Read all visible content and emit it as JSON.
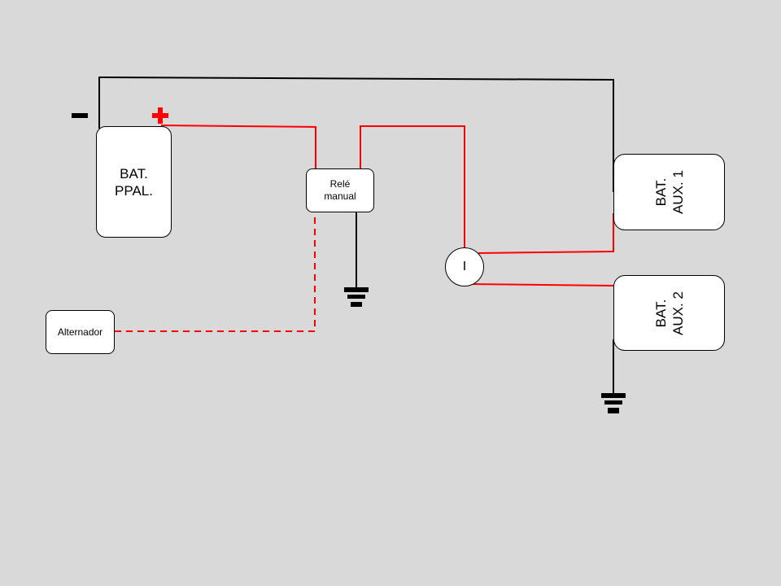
{
  "components": {
    "main_battery": {
      "line1": "BAT.",
      "line2": "PPAL."
    },
    "relay": {
      "line1": "Relé",
      "line2": "manual"
    },
    "alternator": {
      "label": "Alternador"
    },
    "aux_battery_1": {
      "line1": "BAT.",
      "line2": "AUX. 1"
    },
    "aux_battery_2": {
      "line1": "BAT.",
      "line2": "AUX. 2"
    },
    "switch": {
      "label": "I"
    }
  },
  "colors": {
    "positive_wire": "#ff0000",
    "negative_wire": "#000000",
    "background": "#d9d9d9"
  }
}
